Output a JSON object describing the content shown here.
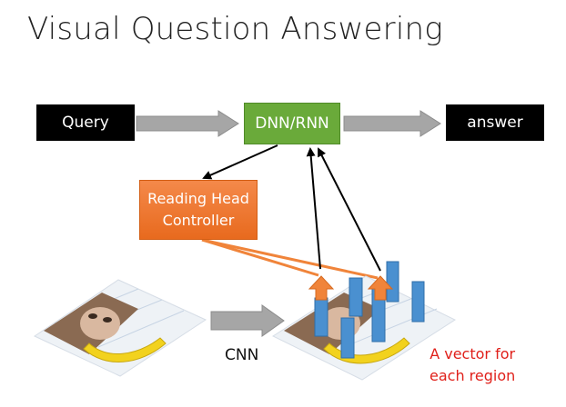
{
  "slide": {
    "title": "Visual Question Answering"
  },
  "nodes": {
    "query": "Query",
    "dnn": "DNN/RNN",
    "answer": "answer",
    "reading_head_line1": "Reading Head",
    "reading_head_line2": "Controller"
  },
  "labels": {
    "cnn": "CNN",
    "region_line1": "A vector for",
    "region_line2": "each region"
  },
  "colors": {
    "dnn_box": "#6aaa3a",
    "reading_box": "#e8702a",
    "gray_arrow": "#a6a6a6",
    "orange_line": "#f0843a",
    "vector_bar": "#4a90d0",
    "region_label": "#e0201a"
  }
}
